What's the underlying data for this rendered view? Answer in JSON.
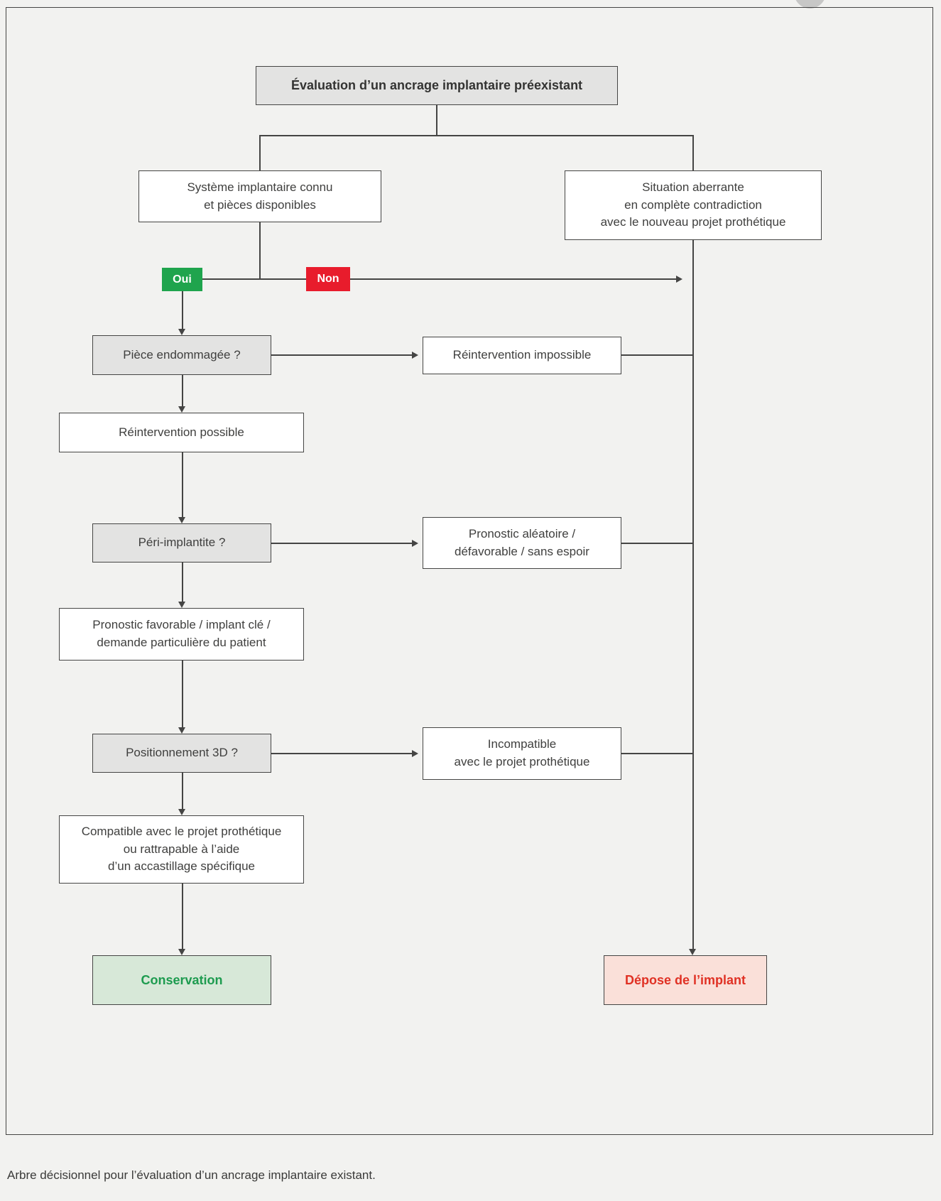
{
  "figure": {
    "title": "Évaluation d’un ancrage implantaire préexistant",
    "caption": "Arbre décisionnel pour l’évaluation d’un ancrage implantaire existant."
  },
  "nodes": {
    "systeme_connu": "Système implantaire connu\net pièces disponibles",
    "situation_aberrante": "Situation aberrante\nen complète contradiction\navec le nouveau projet prothétique",
    "label_oui": "Oui",
    "label_non": "Non",
    "piece_endommagee": "Pièce endommagée ?",
    "reintervention_impossible": "Réintervention impossible",
    "reintervention_possible": "Réintervention possible",
    "peri_implantite": "Péri-implantite ?",
    "pronostic_aleatoire": "Pronostic aléatoire /\ndéfavorable / sans espoir",
    "pronostic_favorable": "Pronostic favorable / implant clé /\ndemande particulière du patient",
    "positionnement_3d": "Positionnement 3D ?",
    "incompatible_projet": "Incompatible\navec le projet prothétique",
    "compatible_projet": "Compatible avec le projet prothétique\nou rattrapable à l’aide\nd’un accastillage spécifique",
    "conservation": "Conservation",
    "depose_implant": "Dépose de l’implant"
  },
  "colors": {
    "page_background": "#f2f2f0",
    "box_border": "#454544",
    "box_gray": "#e3e3e2",
    "oui_badge": "#1fa44d",
    "non_badge": "#e81c2c",
    "conservation_bg": "#d7e8d8",
    "conservation_text": "#1d9b4f",
    "depose_bg": "#fae0d9",
    "depose_text": "#e03124",
    "line": "#454544"
  },
  "edges": [
    {
      "from": "title",
      "to": "systeme_connu"
    },
    {
      "from": "title",
      "to": "situation_aberrante"
    },
    {
      "from": "systeme_connu",
      "to": "piece_endommagee",
      "label": "Oui"
    },
    {
      "from": "systeme_connu",
      "to": "depose_implant",
      "label": "Non"
    },
    {
      "from": "piece_endommagee",
      "to": "reintervention_impossible"
    },
    {
      "from": "reintervention_impossible",
      "to": "depose_implant"
    },
    {
      "from": "piece_endommagee",
      "to": "reintervention_possible"
    },
    {
      "from": "reintervention_possible",
      "to": "peri_implantite"
    },
    {
      "from": "peri_implantite",
      "to": "pronostic_aleatoire"
    },
    {
      "from": "pronostic_aleatoire",
      "to": "depose_implant"
    },
    {
      "from": "peri_implantite",
      "to": "pronostic_favorable"
    },
    {
      "from": "pronostic_favorable",
      "to": "positionnement_3d"
    },
    {
      "from": "positionnement_3d",
      "to": "incompatible_projet"
    },
    {
      "from": "incompatible_projet",
      "to": "depose_implant"
    },
    {
      "from": "positionnement_3d",
      "to": "compatible_projet"
    },
    {
      "from": "compatible_projet",
      "to": "conservation"
    },
    {
      "from": "situation_aberrante",
      "to": "depose_implant"
    }
  ]
}
